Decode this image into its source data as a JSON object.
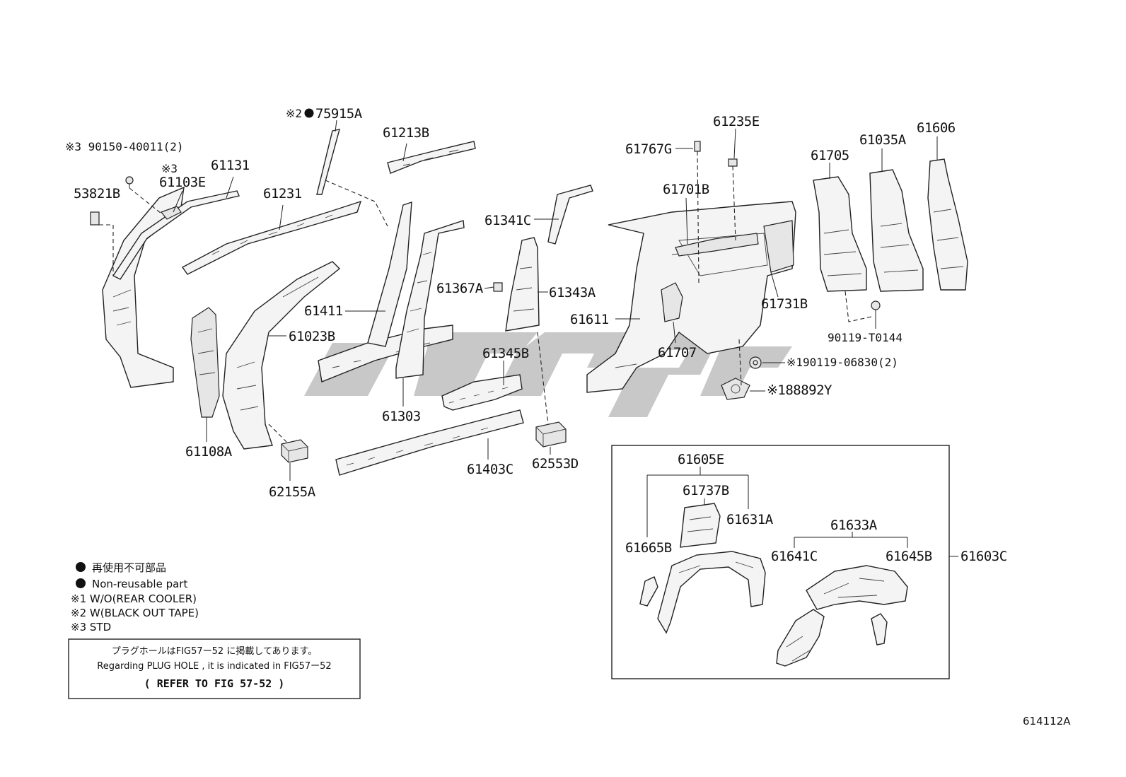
{
  "parts": {
    "p90150": "※3 90150-40011(2)",
    "p53821B": "53821B",
    "p61103E_mark": "※3",
    "p61103E": "61103E",
    "p61131": "61131",
    "p61231": "61231",
    "p75915A_mark": "※2",
    "p75915A": "75915A",
    "p61213B": "61213B",
    "p61411": "61411",
    "p61023B": "61023B",
    "p61108A": "61108A",
    "p62155A": "62155A",
    "p61303": "61303",
    "p61341C": "61341C",
    "p61367A": "61367A",
    "p61343A": "61343A",
    "p61345B": "61345B",
    "p61403C": "61403C",
    "p62553D": "62553D",
    "p61767G": "61767G",
    "p61235E": "61235E",
    "p61701B": "61701B",
    "p61611": "61611",
    "p61707": "61707",
    "p61731B": "61731B",
    "p61705": "61705",
    "p61035A": "61035A",
    "p61606": "61606",
    "p90119T": "90119-T0144",
    "p190119": "※190119-06830(2)",
    "p188892Y": "※188892Y",
    "p61605E": "61605E",
    "p61737B": "61737B",
    "p61631A": "61631A",
    "p61665B": "61665B",
    "p61633A": "61633A",
    "p61641C": "61641C",
    "p61645B": "61645B",
    "p61603C": "61603C"
  },
  "legend": {
    "jp": "再使用不可部品",
    "en": "Non-reusable part",
    "n1": "※1  W/O(REAR COOLER)",
    "n2": "※2  W(BLACK OUT TAPE)",
    "n3": "※3  STD"
  },
  "note": {
    "line_jp": "プラグホールはFIG57ー52 に掲載してあります。",
    "line_en": "Regarding  PLUG HOLE , it is  indicated  in  FIG57ー52",
    "line_ref": "(    REFER TO FIG 57-52  )"
  },
  "figure_id": "614112A",
  "colors": {
    "line": "#222222",
    "watermark": "#9a9a9a"
  }
}
